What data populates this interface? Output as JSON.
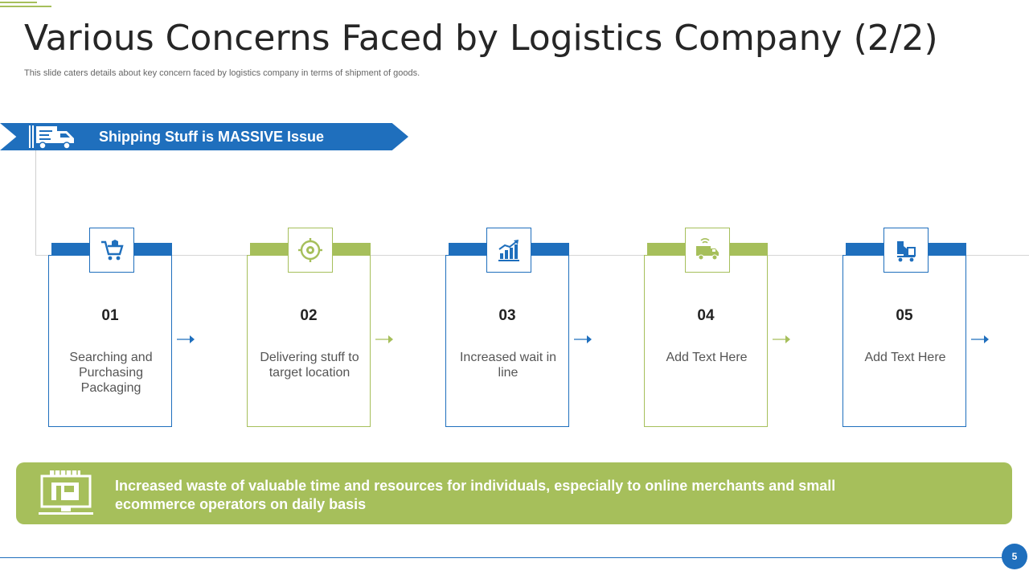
{
  "title": "Various Concerns Faced by Logistics Company (2/2)",
  "subtitle": "This slide caters details about key concern faced by logistics company in terms of shipment of goods.",
  "banner": {
    "label": "Shipping Stuff is MASSIVE Issue",
    "icon": "delivery-truck-icon"
  },
  "steps": [
    {
      "number": "01",
      "text": "Searching and Purchasing Packaging",
      "icon": "shopping-cart-icon",
      "accent": "#1f6fbd"
    },
    {
      "number": "02",
      "text": "Delivering stuff to target location",
      "icon": "target-icon",
      "accent": "#a6bf5b"
    },
    {
      "number": "03",
      "text": "Increased wait in line",
      "icon": "bar-chart-icon",
      "accent": "#1f6fbd"
    },
    {
      "number": "04",
      "text": "Add Text Here",
      "icon": "truck-icon",
      "accent": "#a6bf5b"
    },
    {
      "number": "05",
      "text": "Add Text Here",
      "icon": "hand-truck-icon",
      "accent": "#1f6fbd"
    }
  ],
  "bottom": {
    "text": "Increased waste of valuable time and resources for individuals, especially to online merchants and small ecommerce operators on daily basis",
    "icon": "online-store-icon"
  },
  "page_number": "5",
  "colors": {
    "blue": "#1f6fbd",
    "green": "#a6bf5b"
  }
}
